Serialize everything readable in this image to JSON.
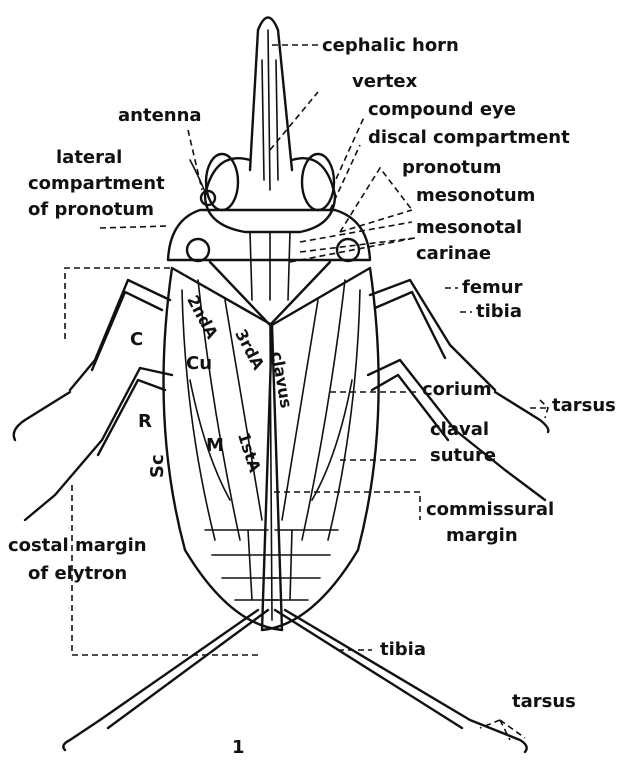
{
  "labels": {
    "cephalic_horn": "cephalic horn",
    "vertex": "vertex",
    "antenna": "antenna",
    "compound_eye": "compound eye",
    "discal_compartment": "discal compartment",
    "lateral_compartment_1": "lateral",
    "lateral_compartment_2": "compartment",
    "lateral_compartment_3": "of pronotum",
    "pronotum": "pronotum",
    "mesonotum": "mesonotum",
    "mesonotal_carinae_1": "mesonotal",
    "mesonotal_carinae_2": "carinae",
    "femur": "femur",
    "tibia_upper": "tibia",
    "tarsus_upper": "tarsus",
    "corium": "corium",
    "claval_suture_1": "claval",
    "claval_suture_2": "suture",
    "commissural_margin_1": "commissural",
    "commissural_margin_2": "margin",
    "costal_margin_1": "costal margin",
    "costal_margin_2": "of elytron",
    "tibia_lower": "tibia",
    "tarsus_lower": "tarsus",
    "figure_number": "1"
  },
  "vein_labels": {
    "c": "C",
    "cu": "Cu",
    "r": "R",
    "sc": "Sc",
    "m": "M",
    "second_anal": "2ndA",
    "third_anal": "3rdA",
    "first_anal": "1stA",
    "clavus": "clavus"
  }
}
